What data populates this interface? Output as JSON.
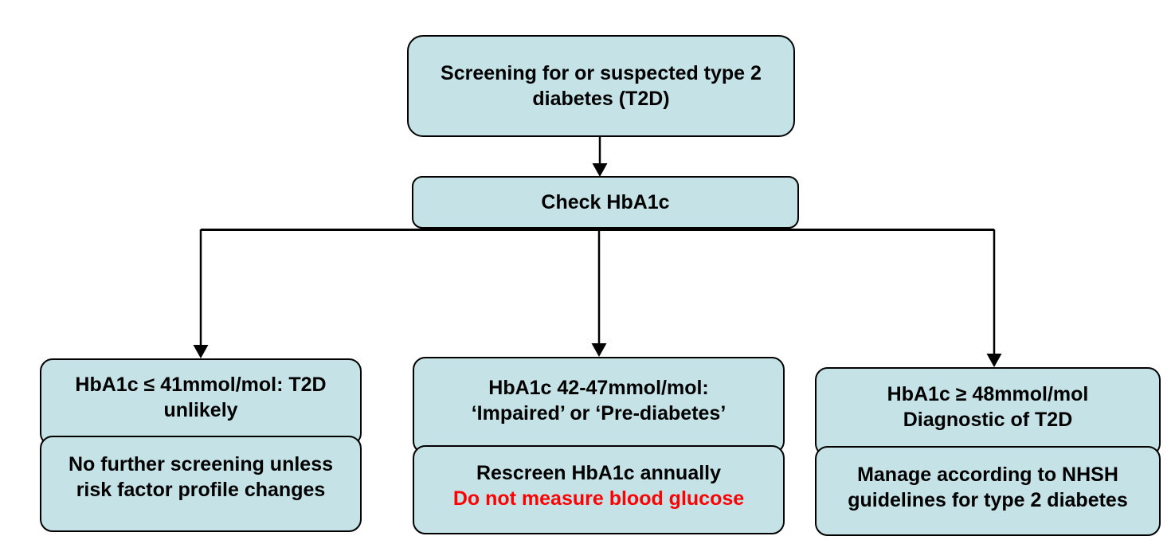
{
  "colors": {
    "box_fill": "#c5e2e6",
    "box_border": "#000000",
    "text": "#000000",
    "warning_text": "#ff0000",
    "background": "#ffffff",
    "connector": "#000000"
  },
  "nodes": {
    "start": {
      "lines": [
        "Screening for or suspected type 2",
        "diabetes (T2D)"
      ]
    },
    "check": {
      "lines": [
        "Check HbA1c"
      ]
    },
    "left_result": {
      "lines": [
        "HbA1c ≤ 41mmol/mol: T2D",
        "unlikely"
      ]
    },
    "left_action": {
      "lines": [
        "No further screening unless",
        "risk factor profile changes"
      ]
    },
    "mid_result": {
      "lines": [
        "HbA1c 42-47mmol/mol:",
        "‘Impaired’ or ‘Pre-diabetes’"
      ]
    },
    "mid_action": {
      "lines": [
        "Rescreen HbA1c annually",
        "Do not measure blood glucose"
      ]
    },
    "right_result": {
      "lines": [
        "HbA1c ≥ 48mmol/mol",
        "Diagnostic of T2D"
      ]
    },
    "right_action": {
      "lines": [
        "Manage according to NHSH",
        "guidelines for type 2 diabetes"
      ]
    }
  }
}
